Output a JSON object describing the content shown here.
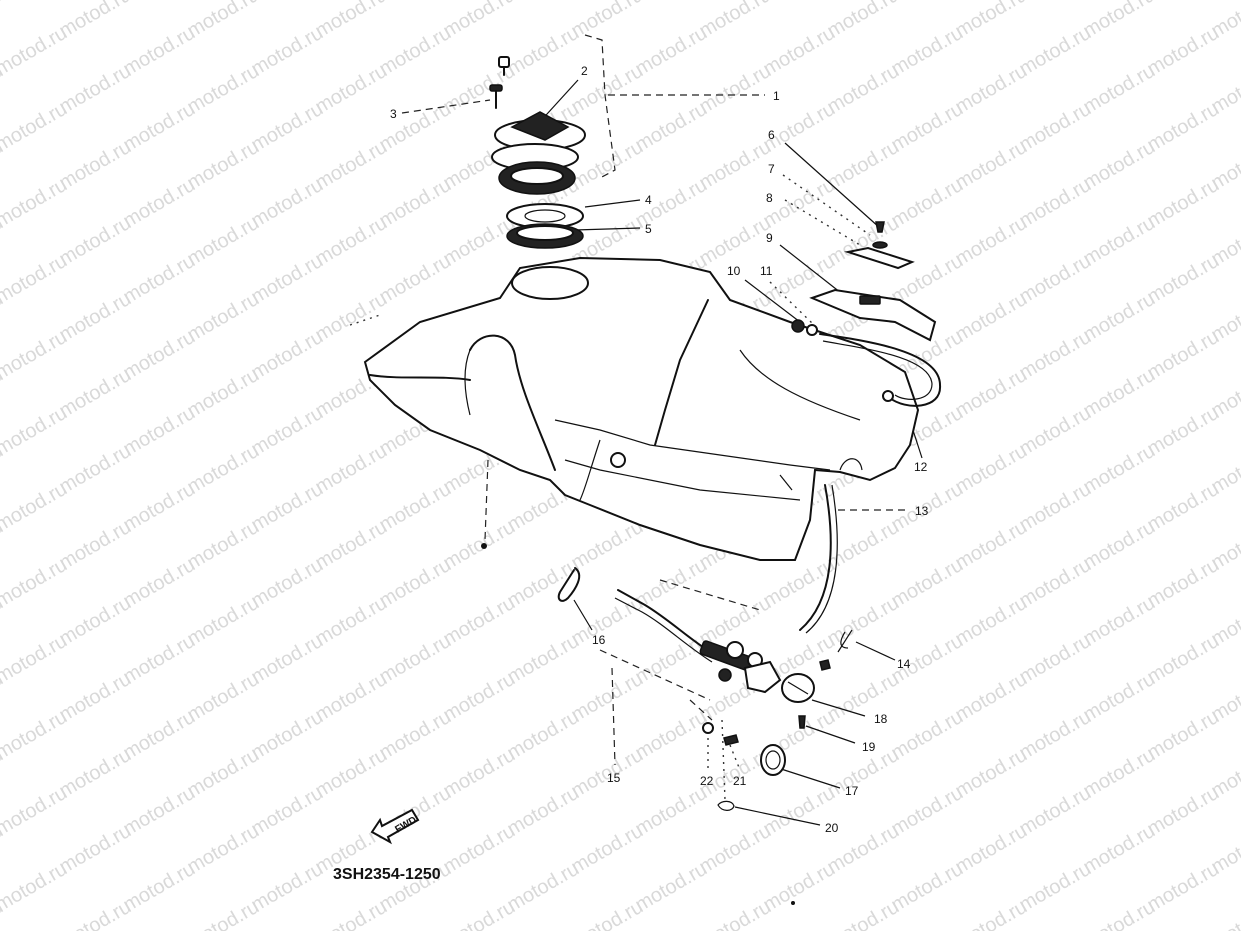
{
  "watermark": "motod.ru",
  "diagram_code": "3SH2354-1250",
  "fwd_label": "FWD",
  "callouts": [
    "1",
    "2",
    "3",
    "4",
    "5",
    "6",
    "7",
    "8",
    "9",
    "10",
    "11",
    "12",
    "13",
    "14",
    "15",
    "16",
    "17",
    "18",
    "19",
    "20",
    "21",
    "22"
  ]
}
